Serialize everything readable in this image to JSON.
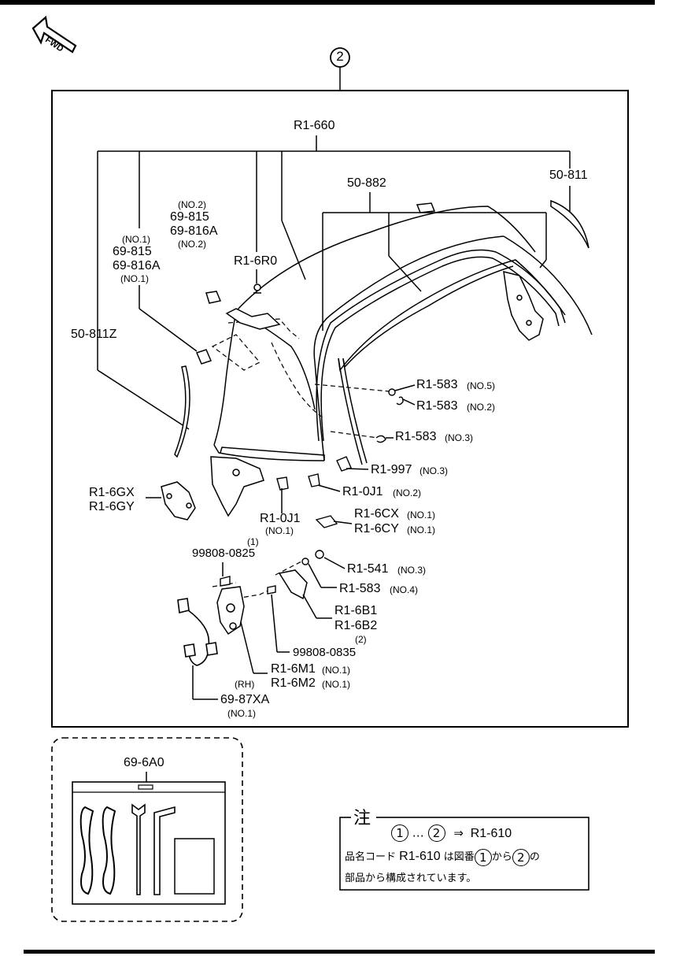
{
  "header": {
    "fwd": "FWD",
    "group_ref": "2"
  },
  "assembly": {
    "main": "R1-660"
  },
  "parts": {
    "p50811": "50-811",
    "p50882": "50-882",
    "p50811z": "50-811Z",
    "p69815_no2_note": "(NO.2)",
    "p69815_a": "69-815",
    "p69816a_a": "69-816A",
    "p69816a_no2": "(NO.2)",
    "p69815_no1_note": "(NO.1)",
    "p69815_b": "69-815",
    "p69816a_b": "69-816A",
    "p69816a_no1": "(NO.1)",
    "r16r0": "R1-6R0",
    "r1583_no5": "R1-583",
    "no5": "(NO.5)",
    "r1583_no2": "R1-583",
    "no2a": "(NO.2)",
    "r1583_no3": "R1-583",
    "no3a": "(NO.3)",
    "r1997": "R1-997",
    "no3b": "(NO.3)",
    "r10j1_no2": "R1-0J1",
    "no2b": "(NO.2)",
    "r16gx": "R1-6GX",
    "r16gy": "R1-6GY",
    "r10j1_no1": "R1-0J1",
    "no1a": "(NO.1)",
    "r16cx": "R1-6CX",
    "no1b": "(NO.1)",
    "r16cy": "R1-6CY",
    "no1c": "(NO.1)",
    "q1": "(1)",
    "bolt0825": "99808-0825",
    "r1541": "R1-541",
    "no3c": "(NO.3)",
    "r1583_no4": "R1-583",
    "no4": "(NO.4)",
    "r16b1": "R1-6B1",
    "r16b2": "R1-6B2",
    "q2": "(2)",
    "bolt0835": "99808-0835",
    "r16m1": "R1-6M1",
    "no1d": "(NO.1)",
    "rh": "(RH)",
    "r16m2": "R1-6M2",
    "no1e": "(NO.1)",
    "p6987xa": "69-87XA",
    "no1f": "(NO.1)"
  },
  "kit": {
    "label": "69-6A0"
  },
  "note": {
    "title": "注",
    "c1": "1",
    "dots": "…",
    "c2": "2",
    "arrow": "⇒",
    "target": "R1-610",
    "line2a": "品名コード",
    "line2b": "R1-610",
    "line2c": "は図番",
    "line2d": "から",
    "line2e": "の",
    "line3": "部品から構成されています。"
  }
}
